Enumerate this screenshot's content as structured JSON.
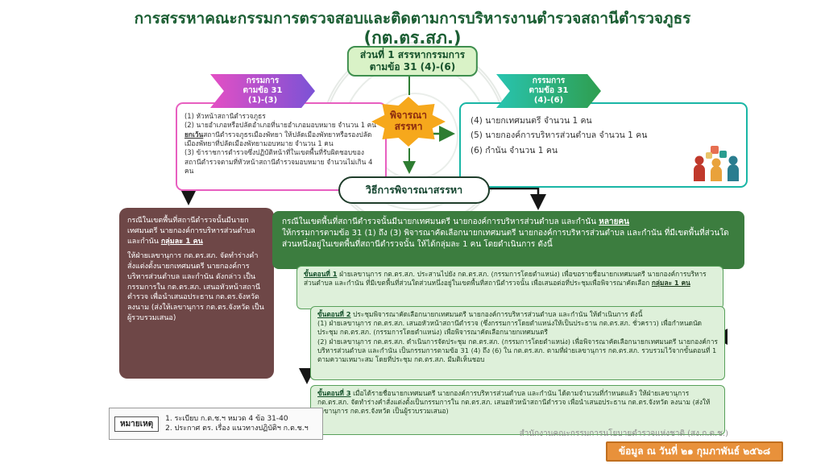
{
  "colors": {
    "title_green": "#1b5e33",
    "badge_bg": "#d9f2c7",
    "badge_border": "#3f8f4f",
    "chevron_left_from": "#e44fc4",
    "chevron_left_to": "#7b52d6",
    "chevron_right_from": "#28c4b0",
    "chevron_right_to": "#2f9e4f",
    "left_box_border": "#e85fc0",
    "right_box_border": "#19b6a5",
    "starburst": "#f6a81c",
    "starburst_text": "#8a2a0f",
    "maroon_box": "#6e4747",
    "green_box": "#3c7d3f",
    "step_bg": "#def0da",
    "step_border": "#58a05a",
    "date_bg": "#e8913b"
  },
  "header": {
    "title": "การสรรหาคณะกรรมการตรวจสอบและติดตามการบริหารงานตำรวจสถานีตำรวจภูธร",
    "subtitle": "(กต.ตร.สภ.)"
  },
  "section_badge": {
    "line1": "ส่วนที่ 1 สรรหากรรมการ",
    "line2": "ตามข้อ 31 (4)-(6)"
  },
  "banner_left": {
    "line1": "กรรมการ",
    "line2": "ตามข้อ 31",
    "line3": "(1)-(3)"
  },
  "banner_right": {
    "line1": "กรรมการ",
    "line2": "ตามข้อ 31",
    "line3": "(4)-(6)"
  },
  "committee_13": {
    "item1": "(1) หัวหน้าสถานีตำรวจภูธร",
    "item2": "(2) นายอำเภอหรือปลัดอำเภอที่นายอำเภอมอบหมาย จำนวน 1 คน",
    "item2b_bold": "ยกเว้น",
    "item2b": "สถานีตำรวจภูธรเมืองพัทยา ให้ปลัดเมืองพัทยาหรือรองปลัดเมืองพัทยาที่ปลัดเมืองพัทยามอบหมาย จำนวน 1 คน",
    "item3": "(3) ข้าราชการตำรวจซึ่งปฏิบัติหน้าที่ในเขตพื้นที่รับผิดชอบของสถานีตำรวจตามที่หัวหน้าสถานีตำรวจมอบหมาย จำนวนไม่เกิน 4 คน"
  },
  "starburst": {
    "line1": "พิจารณา",
    "line2": "สรรหา"
  },
  "committee_46": {
    "item1": "(4) นายกเทศมนตรี จำนวน 1 คน",
    "item2": "(5) นายกองค์การบริหารส่วนตำบล จำนวน 1 คน",
    "item3": "(6) กำนัน จำนวน 1 คน"
  },
  "icons": {
    "committee_46_illustration": "teamwork-puzzle-people"
  },
  "method_oval": "วิธีการพิจารณาสรรหา",
  "case_single": {
    "intro": "กรณีในเขตพื้นที่สถานีตำรวจนั้นมีนายกเทศมนตรี นายกองค์การบริหารส่วนตำบล และกำนัน ",
    "intro_bold": "กลุ่มละ 1 คน",
    "body": "ให้ฝ่ายเลขานุการ กต.ตร.สภ. จัดทำร่างคำสั่งแต่งตั้งนายกเทศมนตรี นายกองค์การบริหารส่วนตำบล และกำนัน ดังกล่าว เป็นกรรมการใน กต.ตร.สภ. เสนอหัวหน้าสถานีตำรวจ เพื่อนำเสนอประธาน กต.ตร.จังหวัด ลงนาม (ส่งให้เลขานุการ กต.ตร.จังหวัด เป็นผู้รวบรวมเสนอ)"
  },
  "case_multiple": {
    "intro": "กรณีในเขตพื้นที่สถานีตำรวจนั้นมีนายกเทศมนตรี นายกองค์การบริหารส่วนตำบล และกำนัน ",
    "intro_bold": "หลายคน",
    "body": "ให้กรรมการตามข้อ 31 (1) ถึง (3) พิจารณาคัดเลือกนายกเทศมนตรี นายกองค์การบริหารส่วนตำบล และกำนัน ที่มีเขตพื้นที่ส่วนใดส่วนหนึ่งอยู่ในเขตพื้นที่สถานีตำรวจนั้น ให้ได้กลุ่มละ 1 คน โดยดำเนินการ ดังนี้"
  },
  "steps": [
    {
      "label": "ขั้นตอนที่ 1",
      "text": " ฝ่ายเลขานุการ กต.ตร.สภ. ประสานไปยัง กต.ตร.สภ. (กรรมการโดยตำแหน่ง) เพื่อขอรายชื่อนายกเทศมนตรี นายกองค์การบริหารส่วนตำบล และกำนัน ที่มีเขตพื้นที่ส่วนใดส่วนหนึ่งอยู่ในเขตพื้นที่สถานีตำรวจนั้น เพื่อเสนอต่อที่ประชุมเพื่อพิจารณาคัดเลือก ",
      "text_bold": "กลุ่มละ 1 คน"
    },
    {
      "label": "ขั้นตอนที่ 2",
      "intro": " ประชุมพิจารณาคัดเลือกนายกเทศมนตรี นายกองค์การบริหารส่วนตำบล และกำนัน ให้ดำเนินการ ดังนี้",
      "item1": "(1) ฝ่ายเลขานุการ กต.ตร.สภ. เสนอหัวหน้าสถานีตำรวจ (ซึ่งกรรมการโดยตำแหน่งให้เป็นประธาน กต.ตร.สภ. ชั่วคราว) เพื่อกำหนดนัดประชุม กต.ตร.สภ. (กรรมการโดยตำแหน่ง) เพื่อพิจารณาคัดเลือกนายกเทศมนตรี",
      "item2": "(2) ฝ่ายเลขานุการ กต.ตร.สภ. ดำเนินการจัดประชุม กต.ตร.สภ. (กรรมการโดยตำแหน่ง) เพื่อพิจารณาคัดเลือกนายกเทศมนตรี นายกองค์การบริหารส่วนตำบล และกำนัน เป็นกรรมการตามข้อ 31 (4) ถึง (6) ใน กต.ตร.สภ. ตามที่ฝ่ายเลขานุการ กต.ตร.สภ. รวบรวมไว้จากขั้นตอนที่ 1 ตามความเหมาะสม โดยที่ประชุม กต.ตร.สภ. มีมติเห็นชอบ"
    },
    {
      "label": "ขั้นตอนที่ 3",
      "text": " เมื่อได้รายชื่อนายกเทศมนตรี นายกองค์การบริหารส่วนตำบล และกำนัน ได้ตามจำนวนที่กำหนดแล้ว ให้ฝ่ายเลขานุการ กต.ตร.สภ. จัดทำร่างคำสั่งแต่งตั้งเป็นกรรมการใน กต.ตร.สภ. เสนอหัวหน้าสถานีตำรวจ เพื่อนำเสนอประธาน กต.ตร.จังหวัด ลงนาม (ส่งให้เลขานุการ กต.ตร.จังหวัด เป็นผู้รวบรวมเสนอ)"
    }
  ],
  "note": {
    "label": "หมายเหตุ",
    "line1": "1. ระเบียบ ก.ต.ช.ฯ หมวด 4 ข้อ 31-40",
    "line2": "2. ประกาศ ตร. เรื่อง แนวทางปฏิบัติฯ ก.ต.ช.ฯ"
  },
  "footer": {
    "credit": "สำนักงานคณะกรรมการนโยบายตำรวจแห่งชาติ (สง.ก.ต.ช.)",
    "date_stamp": "ข้อมูล ณ วันที่ ๒๑ กุมภาพันธ์ ๒๕๖๘"
  }
}
